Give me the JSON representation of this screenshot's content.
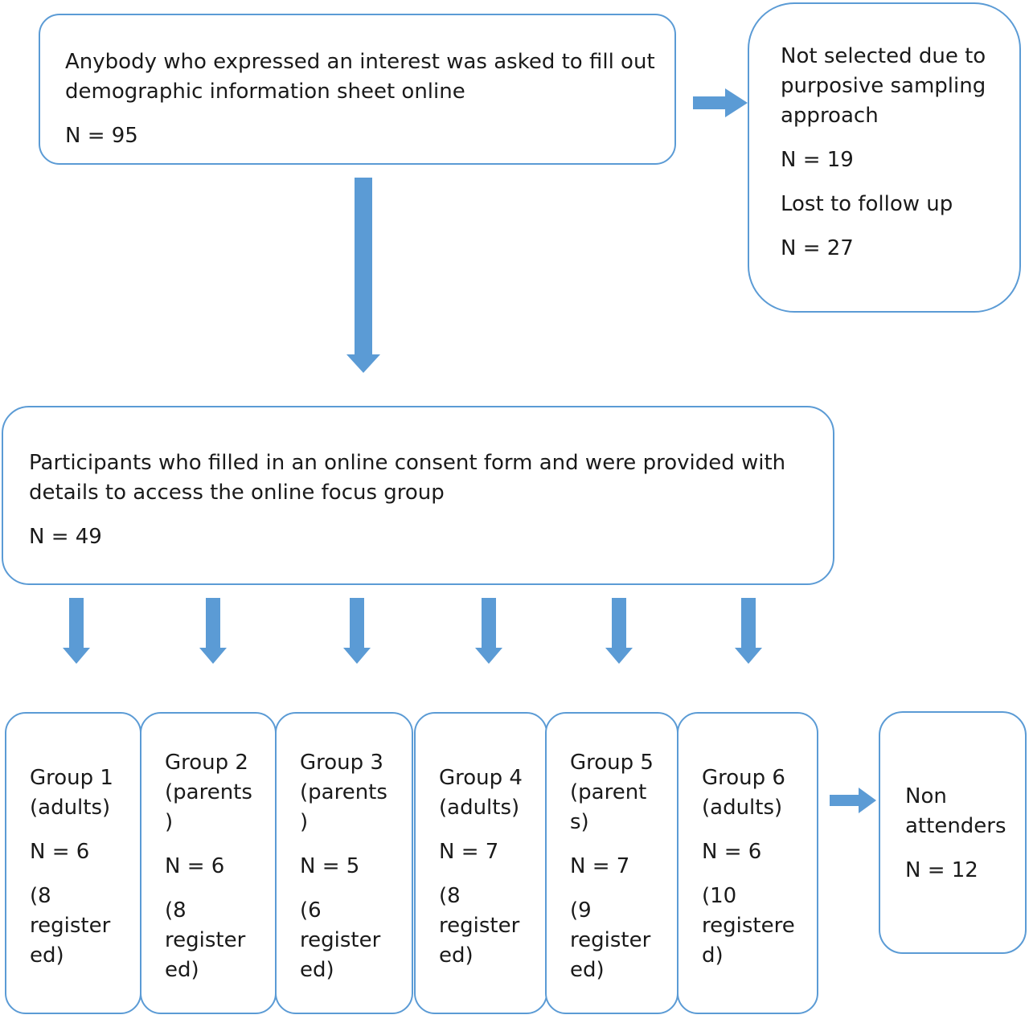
{
  "top_box": {
    "text": "Anybody who expressed an interest was asked to fill out\ndemographic information sheet online",
    "n": "N = 95"
  },
  "excluded_box": {
    "reason1": "Not selected due to\npurposive sampling\napproach",
    "n1": "N = 19",
    "reason2": "Lost to follow up",
    "n2": "N = 27"
  },
  "consent_box": {
    "text": "Participants who filled in an online consent form and were provided with\ndetails to access the online focus group",
    "n": "N = 49"
  },
  "groups": [
    {
      "label": "Group 1\n(adults)",
      "n": "N = 6",
      "registered": "(8\nregister\ned)"
    },
    {
      "label": "Group 2\n(parents\n)",
      "n": "N = 6",
      "registered": "(8\nregister\ned)"
    },
    {
      "label": "Group 3\n(parents\n)",
      "n": "N = 5",
      "registered": "(6\nregister\ned)"
    },
    {
      "label": "Group 4\n(adults)",
      "n": "N = 7",
      "registered": "(8\nregister\ned)"
    },
    {
      "label": "Group 5\n(parent\ns)",
      "n": "N = 7",
      "registered": "(9\nregister\ned)"
    },
    {
      "label": "Group 6\n(adults)",
      "n": "N = 6",
      "registered": "(10\nregistere\nd)"
    }
  ],
  "nonattenders_box": {
    "label": "Non\nattenders",
    "n": "N = 12"
  },
  "colors": {
    "border": "#5b9bd5",
    "arrow": "#5b9bd5",
    "text": "#1a1a1a"
  }
}
